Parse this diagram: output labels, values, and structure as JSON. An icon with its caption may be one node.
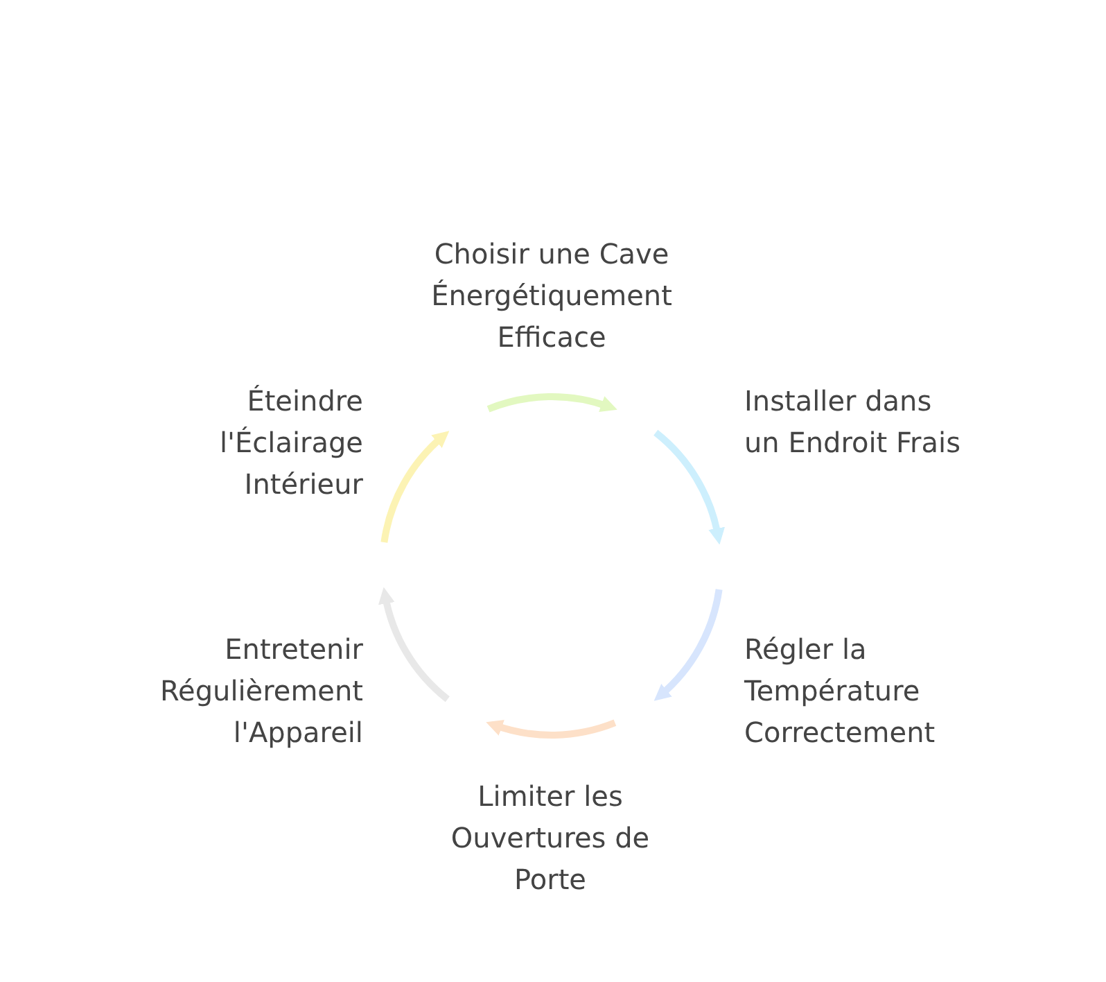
{
  "diagram": {
    "nodes": [
      {
        "text": [
          "Choisir une Cave Énergétiquement Efficace"
        ]
      },
      {
        "text": [
          "Installer dans un Endroit Frais"
        ]
      },
      {
        "text": [
          "Régler la Température Correctement"
        ]
      },
      {
        "text": [
          "Limiter les Ouvertures de Porte"
        ]
      },
      {
        "text": [
          "Entretenir Régulièrement l'Appareil"
        ]
      },
      {
        "text": [
          "Éteindre l'Éclairage Intérieur"
        ]
      }
    ]
  }
}
